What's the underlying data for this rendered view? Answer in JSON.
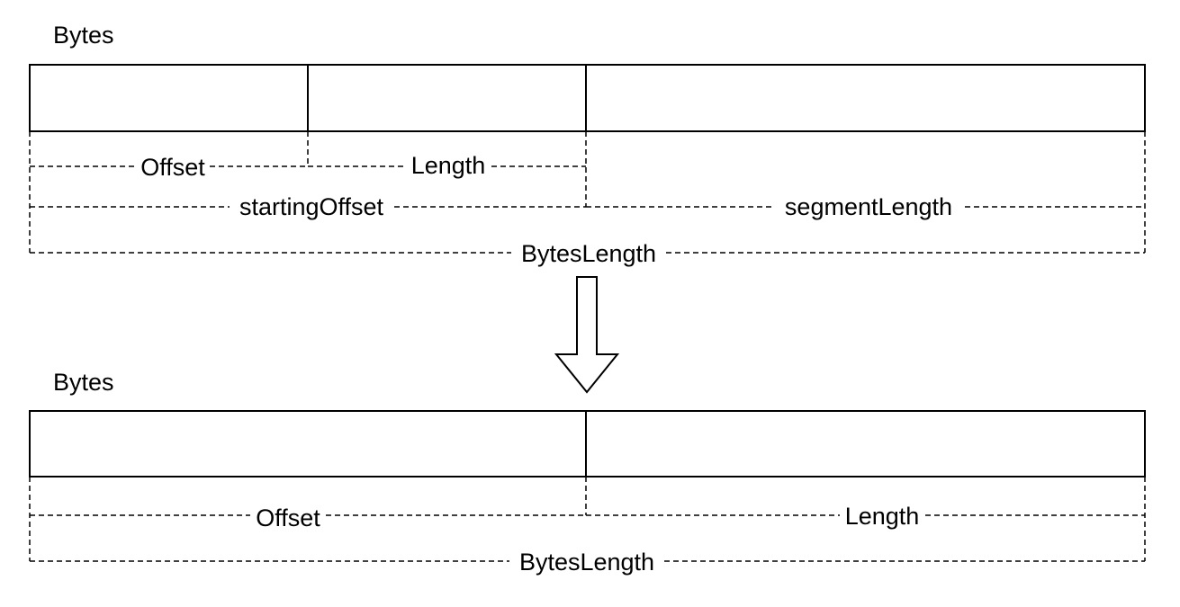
{
  "top": {
    "title": "Bytes",
    "labels": {
      "offset": "Offset",
      "length": "Length",
      "starting_offset": "startingOffset",
      "segment_length": "segmentLength",
      "bytes_length": "BytesLength"
    }
  },
  "bottom": {
    "title": "Bytes",
    "labels": {
      "offset": "Offset",
      "length": "Length",
      "bytes_length": "BytesLength"
    }
  },
  "colors": {
    "line": "#000000",
    "background": "#ffffff"
  }
}
